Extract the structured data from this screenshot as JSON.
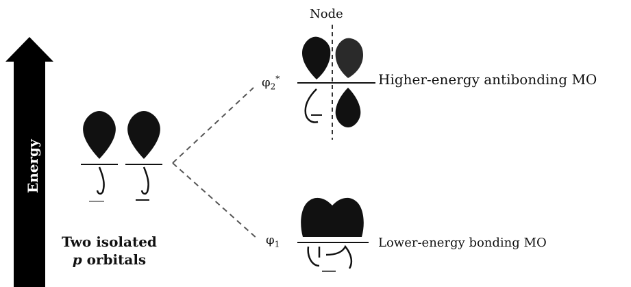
{
  "axis": {
    "label": "Energy"
  },
  "node": {
    "label": "Node"
  },
  "levels": {
    "antibonding": {
      "symbol": "φ",
      "subscript": "2",
      "superscript": "*",
      "description": "Higher-energy antibonding MO"
    },
    "bonding": {
      "symbol": "φ",
      "subscript": "1",
      "description": "Lower-energy bonding MO"
    }
  },
  "isolated": {
    "line1": "Two isolated",
    "line2_italic": "p",
    "line2_rest": " orbitals"
  },
  "colors": {
    "lobe": "#111111",
    "arrow": "#000000",
    "dash": "#555555",
    "background": "#ffffff"
  }
}
